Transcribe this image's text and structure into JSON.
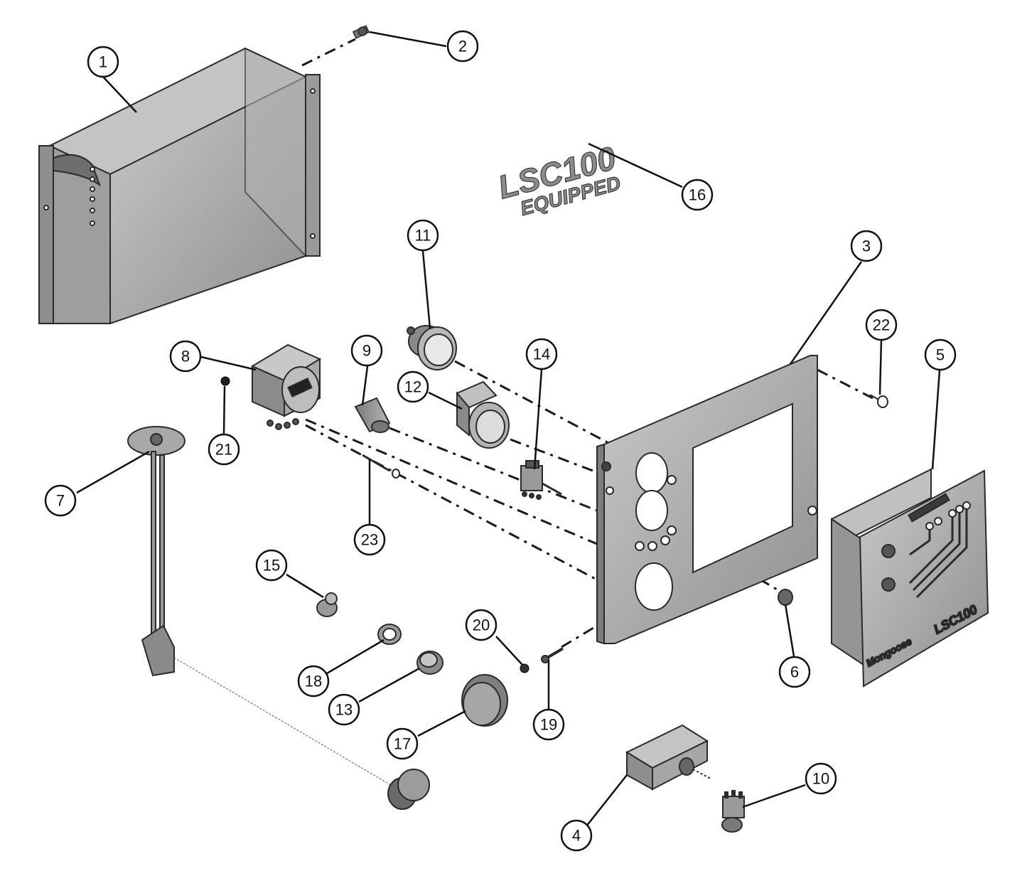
{
  "decal": {
    "line1": "LSC100",
    "line2": "EQUIPPED"
  },
  "panel_face": {
    "model_text": "LSC100",
    "brand_text": "Mongoose"
  },
  "callouts": [
    {
      "label": "1"
    },
    {
      "label": "2"
    },
    {
      "label": "3"
    },
    {
      "label": "4"
    },
    {
      "label": "5"
    },
    {
      "label": "6"
    },
    {
      "label": "7"
    },
    {
      "label": "8"
    },
    {
      "label": "9"
    },
    {
      "label": "10"
    },
    {
      "label": "11"
    },
    {
      "label": "12"
    },
    {
      "label": "13"
    },
    {
      "label": "14"
    },
    {
      "label": "15"
    },
    {
      "label": "16"
    },
    {
      "label": "17"
    },
    {
      "label": "18"
    },
    {
      "label": "19"
    },
    {
      "label": "20"
    },
    {
      "label": "21"
    },
    {
      "label": "22"
    },
    {
      "label": "23"
    }
  ],
  "colors": {
    "metal": "#a8a8a8",
    "metal_dark": "#6e6e6e",
    "outline": "#2a2a2a"
  }
}
